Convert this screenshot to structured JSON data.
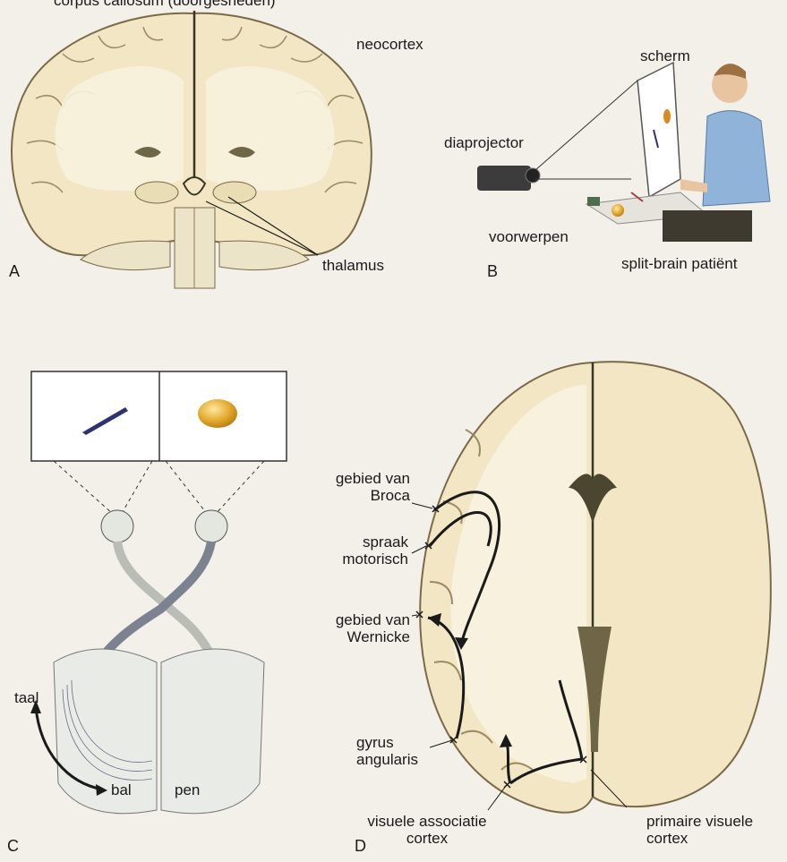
{
  "labels": {
    "top_cut": "corpus callosum (doorgesneden)",
    "neocortex": "neocortex",
    "thalamus": "thalamus",
    "scherm": "scherm",
    "diaprojector": "diaprojector",
    "voorwerpen": "voorwerpen",
    "patient": "split-brain patiënt",
    "taal": "taal",
    "bal": "bal",
    "pen": "pen",
    "broca_1": "gebied van",
    "broca_2": "Broca",
    "spraak_1": "spraak",
    "spraak_2": "motorisch",
    "wernicke_1": "gebied van",
    "wernicke_2": "Wernicke",
    "gyrus_1": "gyrus",
    "gyrus_2": "angularis",
    "visassoc_1": "visuele associatie",
    "visassoc_2": "cortex",
    "primvis_1": "primaire visuele",
    "primvis_2": "cortex"
  },
  "panels": {
    "a": "A",
    "b": "B",
    "c": "C",
    "d": "D"
  },
  "colors": {
    "cortex_fill": "#f2e6c4",
    "cortex_outline": "#7a6a48",
    "white_matter": "#f7f1de",
    "grey_nucleus": "#a8a07c",
    "ventricle": "#4a4630",
    "screen": "#ffffff",
    "pen": "#2d3370",
    "ball": "#e2a82c",
    "shirt": "#8fb3d9"
  }
}
